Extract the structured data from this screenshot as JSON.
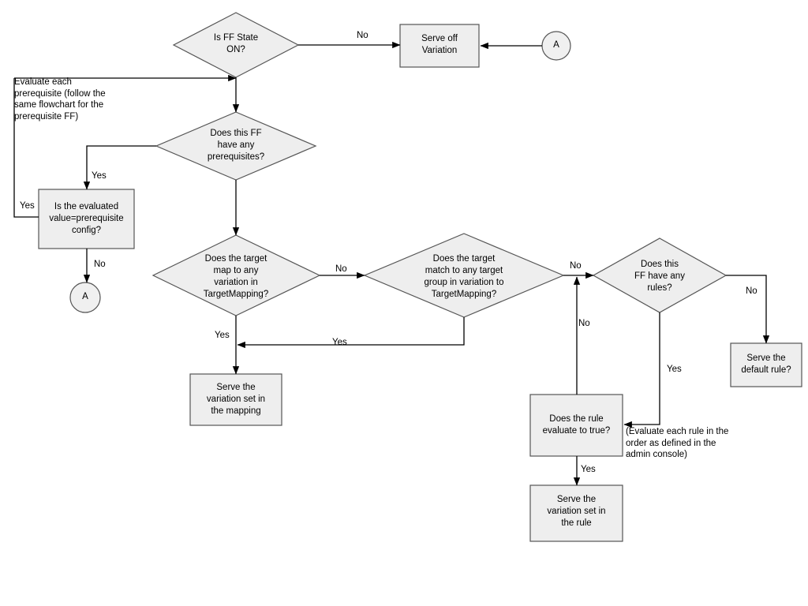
{
  "diagram": {
    "title": "Feature Flag Evaluation Flowchart",
    "colors": {
      "shape_fill": "#eeeeee",
      "shape_stroke": "#555555",
      "connector": "#000000",
      "background": "#ffffff",
      "text": "#000000"
    }
  },
  "nodes": {
    "ff_state": {
      "label": "Is FF State\nON?",
      "shape": "diamond"
    },
    "serve_off": {
      "label": "Serve off\nVariation",
      "shape": "rectangle"
    },
    "connector_a_top": {
      "label": "A",
      "shape": "circle"
    },
    "prerequisites": {
      "label": "Does this FF\nhave any\nprerequisites?",
      "shape": "diamond"
    },
    "evaluated_value": {
      "label": "Is the evaluated\nvalue=prerequisite\nconfig?",
      "shape": "rectangle"
    },
    "connector_a_bottom": {
      "label": "A",
      "shape": "circle"
    },
    "target_map": {
      "label": "Does the target\nmap to any\nvariation in\nTargetMapping?",
      "shape": "diamond"
    },
    "target_group": {
      "label": "Does the target\nmatch to any target\ngroup in variation to\nTargetMapping?",
      "shape": "diamond"
    },
    "has_rules": {
      "label": "Does this\nFF have any\nrules?",
      "shape": "diamond"
    },
    "serve_mapping": {
      "label": "Serve the\nvariation set in\nthe mapping",
      "shape": "rectangle"
    },
    "serve_default": {
      "label": "Serve the\ndefault rule?",
      "shape": "rectangle"
    },
    "rule_true": {
      "label": "Does the rule\nevaluate to true?",
      "shape": "rectangle"
    },
    "serve_rule": {
      "label": "Serve the\nvariation set in\nthe rule",
      "shape": "rectangle"
    }
  },
  "edge_labels": {
    "ff_state_no": "No",
    "prereq_yes": "Yes",
    "prereq_loop_yes": "Yes",
    "evaluated_no": "No",
    "target_map_no": "No",
    "target_map_yes": "Yes",
    "target_group_yes": "Yes",
    "target_group_no": "No",
    "rule_false_no": "No",
    "has_rules_yes": "Yes",
    "has_rules_no": "No",
    "rule_true_yes": "Yes"
  },
  "notes": {
    "prerequisite_note": "Evaluate each\nprerequisite (follow the\nsame flowchart for the\nprerequisite FF)",
    "rule_order_note": "(Evaluate each rule in the\norder as defined in the\nadmin console)"
  }
}
